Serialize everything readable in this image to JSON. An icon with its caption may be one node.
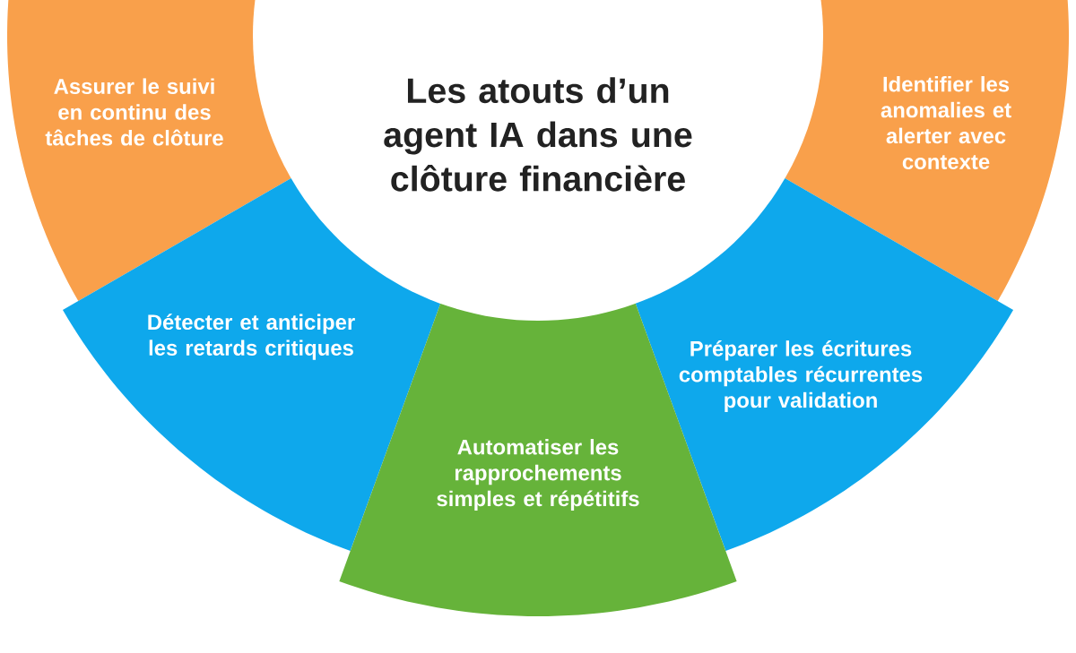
{
  "diagram": {
    "nodes": [
      {
        "text": [
          "Les atouts d’un agent IA dans une clôture financière"
        ]
      },
      {
        "text": [
          "Assurer le suivi en continu des tâches de clôture"
        ]
      },
      {
        "text": [
          "Identifier les anomalies et alerter avec contexte"
        ]
      },
      {
        "text": [
          "Détecter et anticiper les retards critiques"
        ]
      },
      {
        "text": [
          "Préparer les écritures comptables récurrentes pour validation"
        ]
      },
      {
        "text": [
          "Automatiser les rapprochements simples et répétitifs"
        ]
      }
    ]
  }
}
